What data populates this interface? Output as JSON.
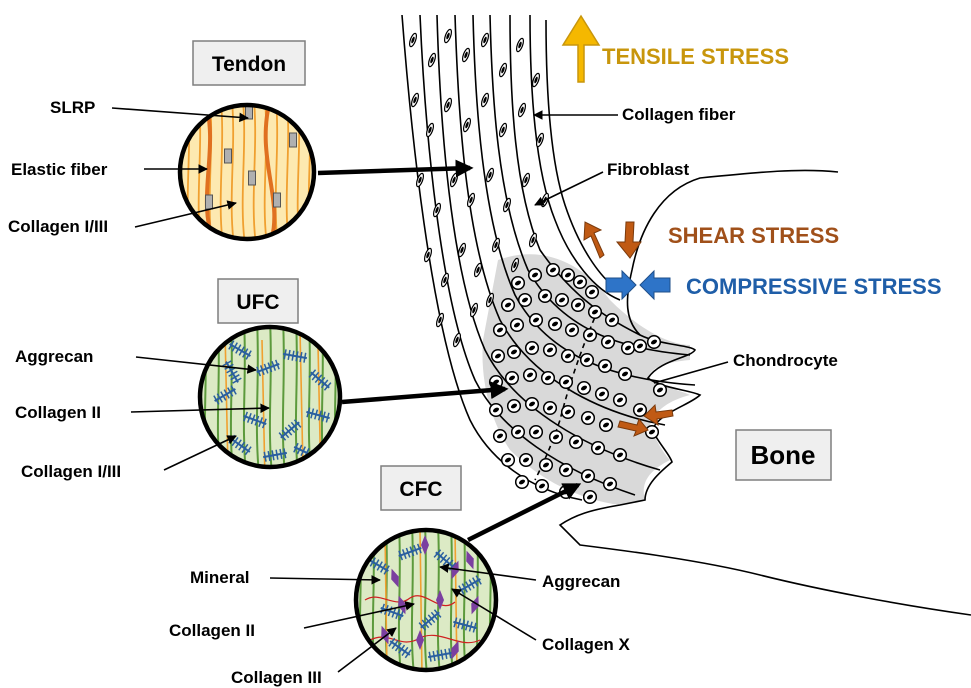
{
  "panels": {
    "tendon": {
      "title": "Tendon",
      "labels": {
        "slrp": "SLRP",
        "elastic": "Elastic fiber",
        "collagen": "Collagen I/III"
      }
    },
    "ufc": {
      "title": "UFC",
      "labels": {
        "aggrecan": "Aggrecan",
        "collagen2": "Collagen II",
        "collagen13": "Collagen I/III"
      }
    },
    "cfc": {
      "title": "CFC",
      "labels": {
        "mineral": "Mineral",
        "collagen2": "Collagen II",
        "collagen3": "Collagen III",
        "aggrecan": "Aggrecan",
        "collagenx": "Collagen X"
      }
    }
  },
  "main_labels": {
    "collagen_fiber": "Collagen fiber",
    "fibroblast": "Fibroblast",
    "chondrocyte": "Chondrocyte",
    "bone": "Bone"
  },
  "stresses": {
    "tensile": {
      "label": "TENSILE STRESS",
      "color": "#c8960c"
    },
    "shear": {
      "label": "SHEAR STRESS",
      "color": "#a0501a"
    },
    "compressive": {
      "label": "COMPRESSIVE STRESS",
      "color": "#1f5ea8"
    }
  },
  "colors": {
    "tendon_fill": "#fde9b0",
    "collagen_orange": "#f0a030",
    "elastic_orange": "#e07020",
    "ufc_fill": "#dceac5",
    "collagen_green": "#5c9a3c",
    "aggrecan_blue": "#2a5fa0",
    "mineral_purple": "#7b3fa0",
    "fibro_gray": "#d9d9d9"
  }
}
